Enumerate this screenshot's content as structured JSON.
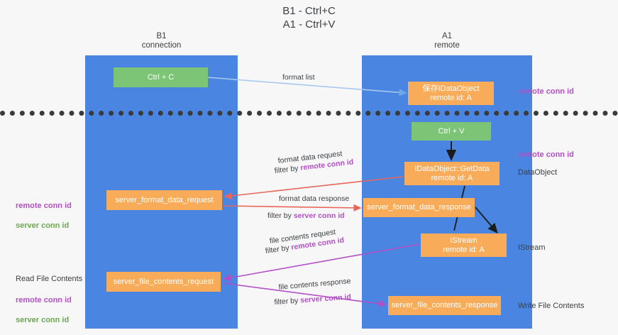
{
  "title": "B1 - Ctrl+C\nA1 - Ctrl+V",
  "columns": {
    "left": {
      "name": "B1",
      "role": "connection",
      "label": "B1\nconnection"
    },
    "right": {
      "name": "A1",
      "role": "remote",
      "label": "A1\nremote"
    }
  },
  "boxes": {
    "ctrl_c": "Ctrl + C",
    "idataobject": "保存IDataObject\nremote id: A",
    "ctrl_v": "Ctrl + V",
    "getdata": "IDataObject::GetData\nremote id: A",
    "server_format_data_request": "server_format_data_request",
    "server_format_data_response": "server_format_data_response",
    "istream": "IStream\nremote id: A",
    "server_file_contents_request": "server_file_contents_request",
    "server_file_contents_response": "server_file_contents_response"
  },
  "edges": {
    "format_list": "format list",
    "format_data_request": "format data request",
    "format_data_request_filter_prefix": "filter by ",
    "format_data_request_filter_key": "remote conn id",
    "format_data_response": "format data response",
    "format_data_response_filter_prefix": "filter by ",
    "format_data_response_filter_key": "server conn id",
    "file_contents_request": "file contents request",
    "file_contents_request_filter_prefix": "filter by ",
    "file_contents_request_filter_key": "remote conn id",
    "file_contents_response": "file contents response",
    "file_contents_response_filter_prefix": "filter by ",
    "file_contents_response_filter_key": "server conn id"
  },
  "annotations": {
    "remote_conn_id_top": "remote conn id",
    "remote_conn_id_mid": "remote conn id",
    "dataobject": "DataObject",
    "istream": "IStream",
    "write_file_contents": "Write File Contents",
    "read_file_contents": "Read File Contents",
    "remote_conn_id_left": "remote conn id",
    "server_conn_id_left": "server conn id",
    "remote_conn_id_left2": "remote conn id",
    "server_conn_id_left2": "server conn id"
  },
  "colors": {
    "lane": "#4a86e1",
    "green_box": "#7cc576",
    "orange_box": "#f8ac59",
    "purple_text": "#b44ec6",
    "green_text": "#6aa84f",
    "blue_arrow": "#a8c8ee",
    "red_arrow": "#e8655a",
    "magenta_arrow": "#b44ec6",
    "black_arrow": "#1c1c1c",
    "background": "#f7f7f8"
  }
}
